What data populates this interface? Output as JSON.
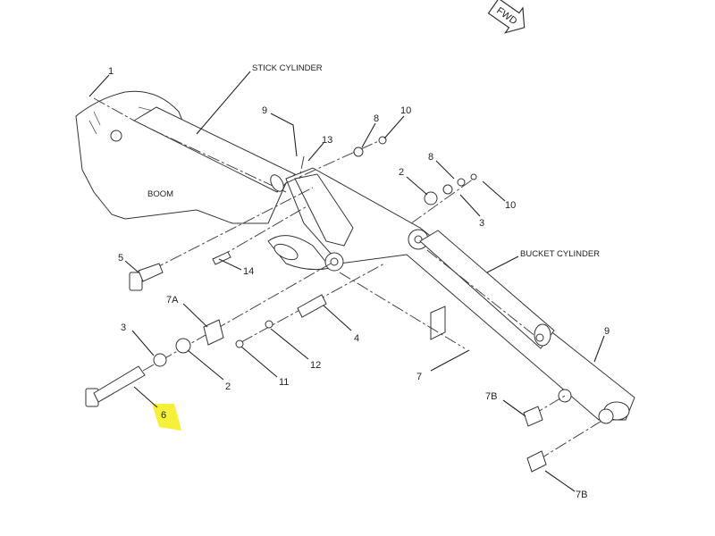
{
  "orientation": {
    "fwd_label": "FWD"
  },
  "callouts": {
    "stick_cylinder": "STICK CYLINDER",
    "bucket_cylinder": "BUCKET CYLINDER",
    "boom": "BOOM"
  },
  "parts": {
    "p1": "1",
    "p9_top": "9",
    "p8_top": "8",
    "p10_top": "10",
    "p13": "13",
    "p8_mid": "8",
    "p2_mid": "2",
    "p10_mid": "10",
    "p3_mid": "3",
    "p5": "5",
    "p14": "14",
    "p7A": "7A",
    "p3_low": "3",
    "p2_low": "2",
    "p12": "12",
    "p4": "4",
    "p11": "11",
    "p6": "6",
    "p7": "7",
    "p9_right": "9",
    "p7B_upper": "7B",
    "p7B_lower": "7B"
  },
  "highlight": {
    "part": "6",
    "color": "#f5f03a"
  }
}
